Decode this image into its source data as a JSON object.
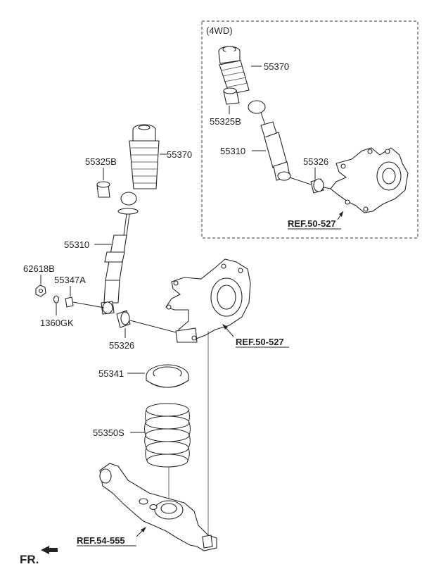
{
  "variant_box": {
    "label": "(4WD)"
  },
  "labels": {
    "boot_main": "55370",
    "stopper_main": "55325B",
    "shock_main": "55310",
    "nut": "62618B",
    "washer": "1360GK",
    "bracket_bolt": "55347A",
    "bushing_main": "55326",
    "spring_pad": "55341",
    "coil_spring": "55350S",
    "boot_4wd": "55370",
    "stopper_4wd": "55325B",
    "shock_4wd": "55310",
    "bushing_4wd": "55326"
  },
  "refs": {
    "knuckle_4wd": "REF.50-527",
    "knuckle_main": "REF.50-527",
    "lower_arm": "REF.54-555"
  },
  "front_marker": {
    "label": "FR."
  },
  "colors": {
    "stroke": "#222222",
    "background": "#ffffff",
    "dash_box": "#333333"
  }
}
